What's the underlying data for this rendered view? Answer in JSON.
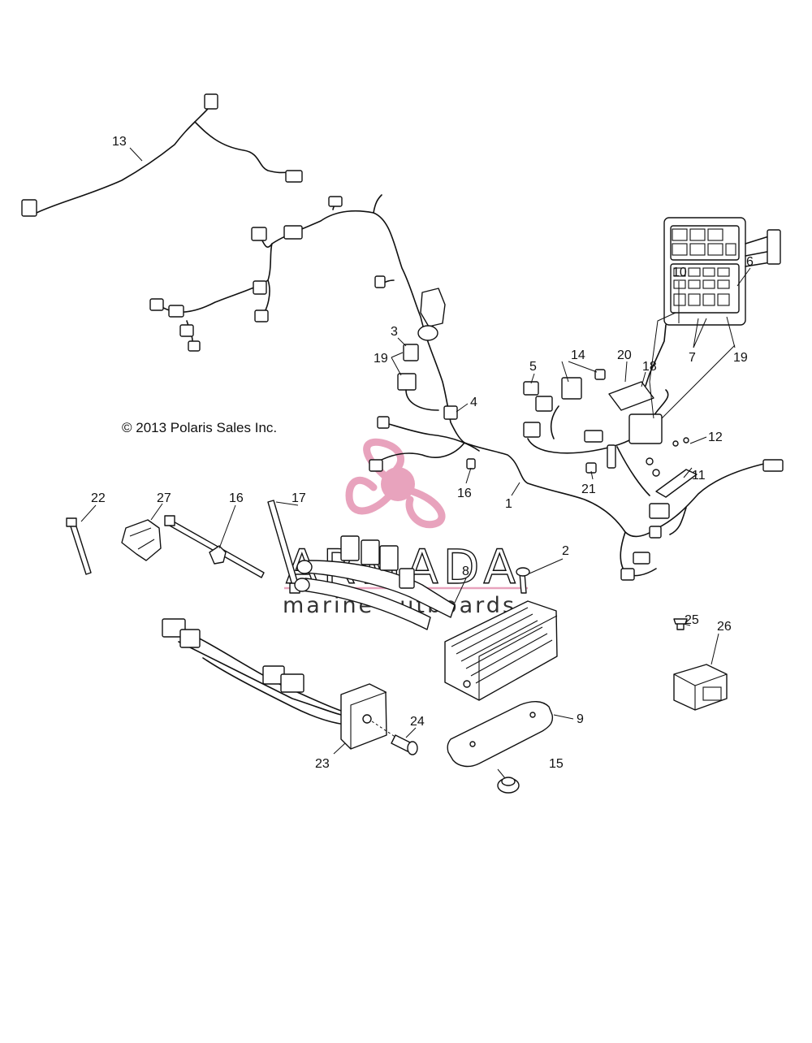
{
  "copyright": "© 2013 Polaris Sales Inc.",
  "watermark": {
    "brand": "ARMADA",
    "tagline": "marine outboards",
    "accent_color": "#e8a3bd"
  },
  "callouts": {
    "c1": "1",
    "c2": "2",
    "c3": "3",
    "c4": "4",
    "c5": "5",
    "c6": "6",
    "c7": "7",
    "c8": "8",
    "c9": "9",
    "c10": "10",
    "c11": "11",
    "c12": "12",
    "c13": "13",
    "c14": "14",
    "c15": "15",
    "c16a": "16",
    "c16b": "16",
    "c17": "17",
    "c18": "18",
    "c19a": "19",
    "c19b": "19",
    "c20": "20",
    "c21": "21",
    "c22": "22",
    "c23": "23",
    "c24": "24",
    "c25": "25",
    "c26": "26",
    "c27": "27"
  }
}
